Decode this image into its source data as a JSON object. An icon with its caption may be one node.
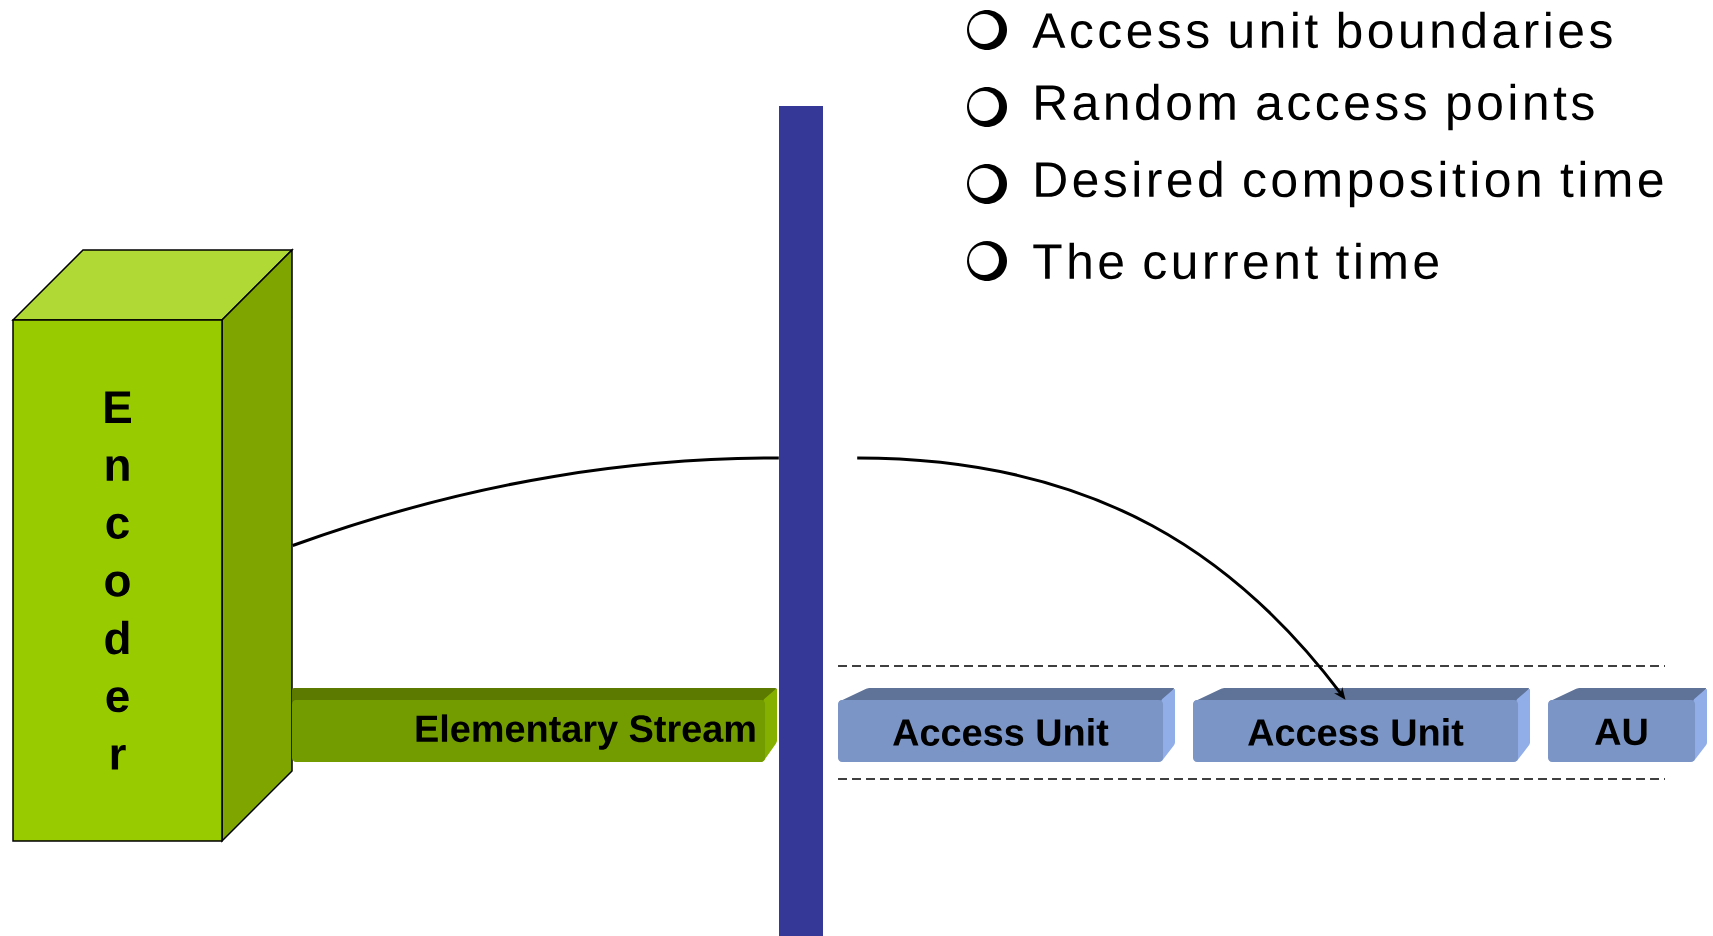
{
  "diagram": {
    "nodes": [
      {
        "text": [
          "Encoder"
        ]
      },
      {
        "text": [
          "Elementary Stream"
        ]
      },
      {
        "text": [],
        "shape": "bar"
      },
      {
        "text": [
          "Access Unit"
        ]
      },
      {
        "text": [
          "Access Unit"
        ]
      },
      {
        "text": [
          "AU"
        ]
      }
    ],
    "edges": [
      {
        "from": 0,
        "to": 2,
        "arrow": "none"
      },
      {
        "from": 2,
        "to": 4,
        "arrow": "to"
      }
    ],
    "labels": [
      "Access unit boundaries",
      "Random access points",
      "Desired composition time",
      "The current time"
    ]
  }
}
